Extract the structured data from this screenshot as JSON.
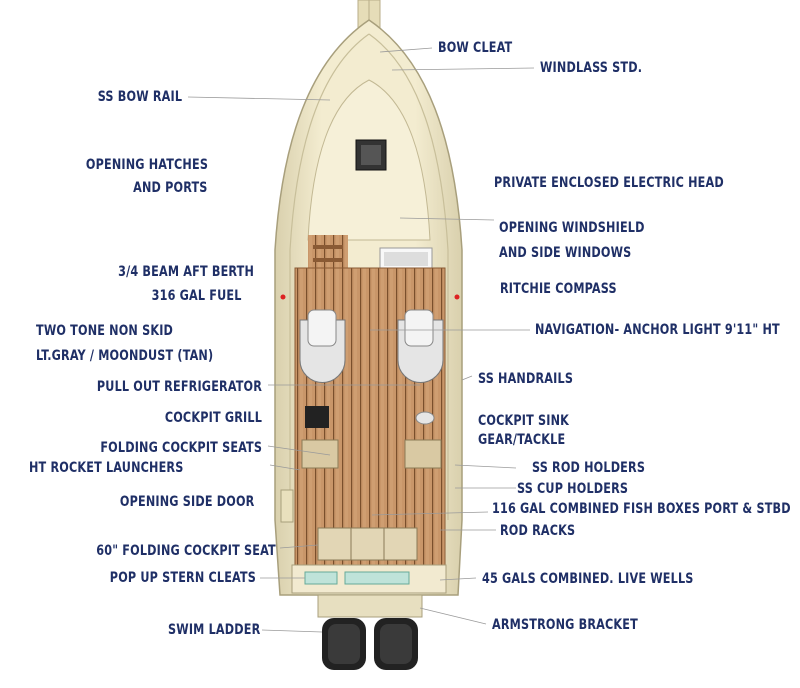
{
  "labels": {
    "bow_cleat": "BOW CLEAT",
    "windlass": "WINDLASS STD.",
    "bow_rail": "SS  BOW RAIL",
    "hatches_1": "OPENING HATCHES",
    "hatches_2": "AND PORTS",
    "head": "PRIVATE ENCLOSED ELECTRIC HEAD",
    "windshield_1": "OPENING WINDSHIELD",
    "windshield_2": "AND SIDE WINDOWS",
    "berth_1": "3/4 BEAM AFT BERTH",
    "berth_2": "316 GAL FUEL",
    "compass": "RITCHIE COMPASS",
    "nonskid_1": "TWO TONE NON SKID",
    "nonskid_2": "LT.GRAY / MOONDUST (TAN)",
    "navigation": "NAVIGATION- ANCHOR LIGHT 9'11\" HT",
    "refrigerator": "PULL OUT REFRIGERATOR",
    "handrails": "SS HANDRAILS",
    "grill": "COCKPIT GRILL",
    "sink": "COCKPIT SINK",
    "gear": "GEAR/TACKLE",
    "folding_seats": "FOLDING COCKPIT SEATS",
    "rocket": "HT ROCKET LAUNCHERS",
    "rod_holders": "SS ROD HOLDERS",
    "cup_holders": "SS CUP HOLDERS",
    "side_door": "OPENING SIDE DOOR",
    "fish_boxes": "116 GAL COMBINED FISH BOXES PORT & STBD",
    "rod_racks": "ROD RACKS",
    "stern_seat": "60\" FOLDING COCKPIT SEAT",
    "stern_cleats": "POP UP STERN CLEATS",
    "live_wells": "45 GALS COMBINED. LIVE WELLS",
    "swim_ladder": "SWIM LADDER",
    "armstrong": "ARMSTRONG BRACKET"
  },
  "colors": {
    "label_text": "#1f2f66",
    "hull": "#efe6c2",
    "deck_teak": "#c9956a",
    "leader": "#9a9a9a"
  }
}
